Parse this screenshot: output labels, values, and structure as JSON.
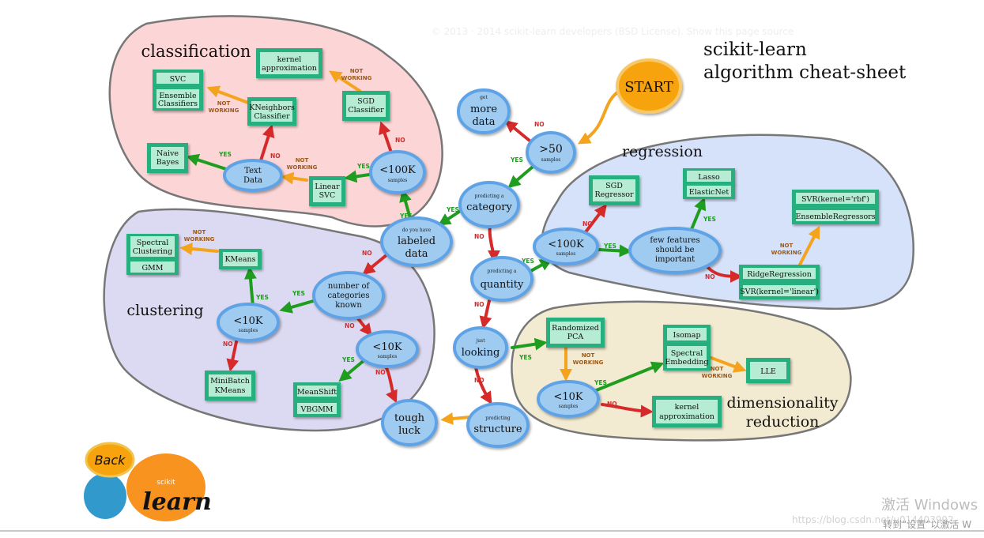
{
  "title": {
    "line1": "scikit-learn",
    "line2": "algorithm cheat-sheet"
  },
  "faint_header": "© 2013 · 2014 scikit-learn developers (BSD License). Show this page source",
  "regions": {
    "classification": "classification",
    "regression": "regression",
    "clustering": "clustering",
    "dimensionality_1": "dimensionality",
    "dimensionality_2": "reduction"
  },
  "start": "START",
  "back": "Back",
  "logo": {
    "small": "scikit",
    "big": "learn"
  },
  "nodes": {
    "more_data": {
      "small": "get",
      "line1": "more",
      "line2": "data"
    },
    "gt50": {
      "line1": ">50",
      "small": "samples"
    },
    "category": {
      "small": "predicting a",
      "line1": "category"
    },
    "labeled": {
      "small": "do you have",
      "line1": "labeled",
      "line2": "data"
    },
    "quantity": {
      "small": "predicting a",
      "line1": "quantity"
    },
    "looking": {
      "small": "just",
      "line1": "looking"
    },
    "structure": {
      "small": "predicting",
      "line1": "structure"
    },
    "tough": {
      "line1": "tough",
      "line2": "luck"
    },
    "c100k": {
      "line1": "<100K",
      "small": "samples"
    },
    "text": {
      "line1": "Text",
      "line2": "Data"
    },
    "r100k": {
      "line1": "<100K",
      "small": "samples"
    },
    "few": {
      "line1": "few features",
      "line2": "should be",
      "line3": "important"
    },
    "numcat": {
      "line1": "number of",
      "line2": "categories",
      "line3": "known"
    },
    "cl10k": {
      "line1": "<10K",
      "small": "samples"
    },
    "cl10k2": {
      "line1": "<10K",
      "small": "samples"
    },
    "dr10k": {
      "line1": "<10K",
      "small": "samples"
    }
  },
  "estimators": {
    "kernel_approx_c": [
      "kernel",
      "approximation"
    ],
    "svc": [
      "SVC"
    ],
    "ensemble_c": [
      "Ensemble",
      "Classifiers"
    ],
    "sgd_c": [
      "SGD",
      "Classifier"
    ],
    "kneighbors": [
      "KNeighbors",
      "Classifier"
    ],
    "naive_bayes": [
      "Naive",
      "Bayes"
    ],
    "linear_svc": [
      "Linear",
      "SVC"
    ],
    "sgd_r": [
      "SGD",
      "Regressor"
    ],
    "lasso": [
      "Lasso"
    ],
    "elasticnet": [
      "ElasticNet"
    ],
    "svr_rbf": [
      "SVR(kernel='rbf')"
    ],
    "ensemble_r": [
      "EnsembleRegressors"
    ],
    "ridge": [
      "RidgeRegression"
    ],
    "svr_linear": [
      "SVR(kernel='linear')"
    ],
    "spectral_clustering": [
      "Spectral",
      "Clustering"
    ],
    "gmm": [
      "GMM"
    ],
    "kmeans": [
      "KMeans"
    ],
    "minibatch": [
      "MiniBatch",
      "KMeans"
    ],
    "meanshift": [
      "MeanShift"
    ],
    "vbgmm": [
      "VBGMM"
    ],
    "randomized_pca": [
      "Randomized",
      "PCA"
    ],
    "isomap": [
      "Isomap"
    ],
    "spectral_embedding": [
      "Spectral",
      "Embedding"
    ],
    "lle": [
      "LLE"
    ],
    "kernel_approx_d": [
      "kernel",
      "approximation"
    ]
  },
  "edge_labels": {
    "yes": "YES",
    "no": "NO",
    "not": "NOT",
    "working": "WORKING"
  },
  "watermark": {
    "line1": "激活 Windows",
    "line2": "转到“设置”以激活 W",
    "url": "https://blog.csdn.net/u014403992"
  },
  "colors": {
    "classification_bg": "#fcd6d6",
    "regression_bg": "#d6e2fa",
    "clustering_bg": "#dcdaf2",
    "dimred_bg": "#f2ebd2",
    "node_fill": "#9fcbf0",
    "node_ring": "#5ea3e6",
    "estimator_outer": "#26b07f",
    "estimator_inner": "#b6ecd3",
    "yes": "#1f9d1f",
    "no": "#d62a2a",
    "not_working": "#f4a41c",
    "start": "#f6a30d"
  }
}
